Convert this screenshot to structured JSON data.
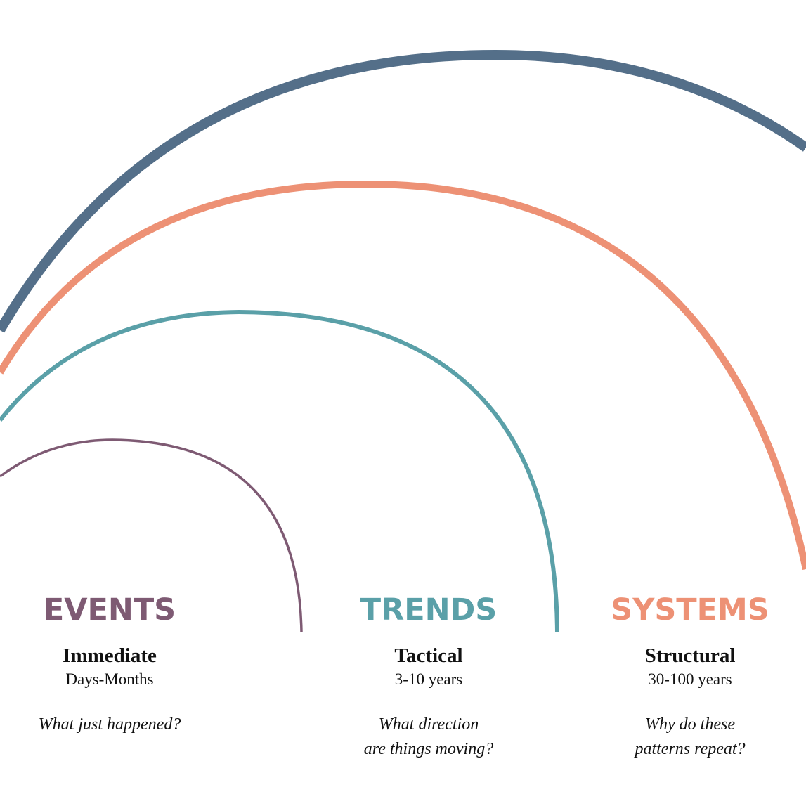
{
  "colors": {
    "events": "#7e5a73",
    "trends": "#5aa0a8",
    "systems": "#ed9175",
    "outer": "#546f89"
  },
  "events": {
    "title": "EVENTS",
    "subtitle": "Immediate",
    "range": "Days-Months",
    "question_line1": "What just happened?",
    "question_line2": ""
  },
  "trends": {
    "title": "TRENDS",
    "subtitle": "Tactical",
    "range": "3-10 years",
    "question_line1": "What direction",
    "question_line2": "are things moving?"
  },
  "systems": {
    "title": "SYSTEMS",
    "subtitle": "Structural",
    "range": "30-100 years",
    "question_line1": "Why do these",
    "question_line2": "patterns repeat?"
  }
}
